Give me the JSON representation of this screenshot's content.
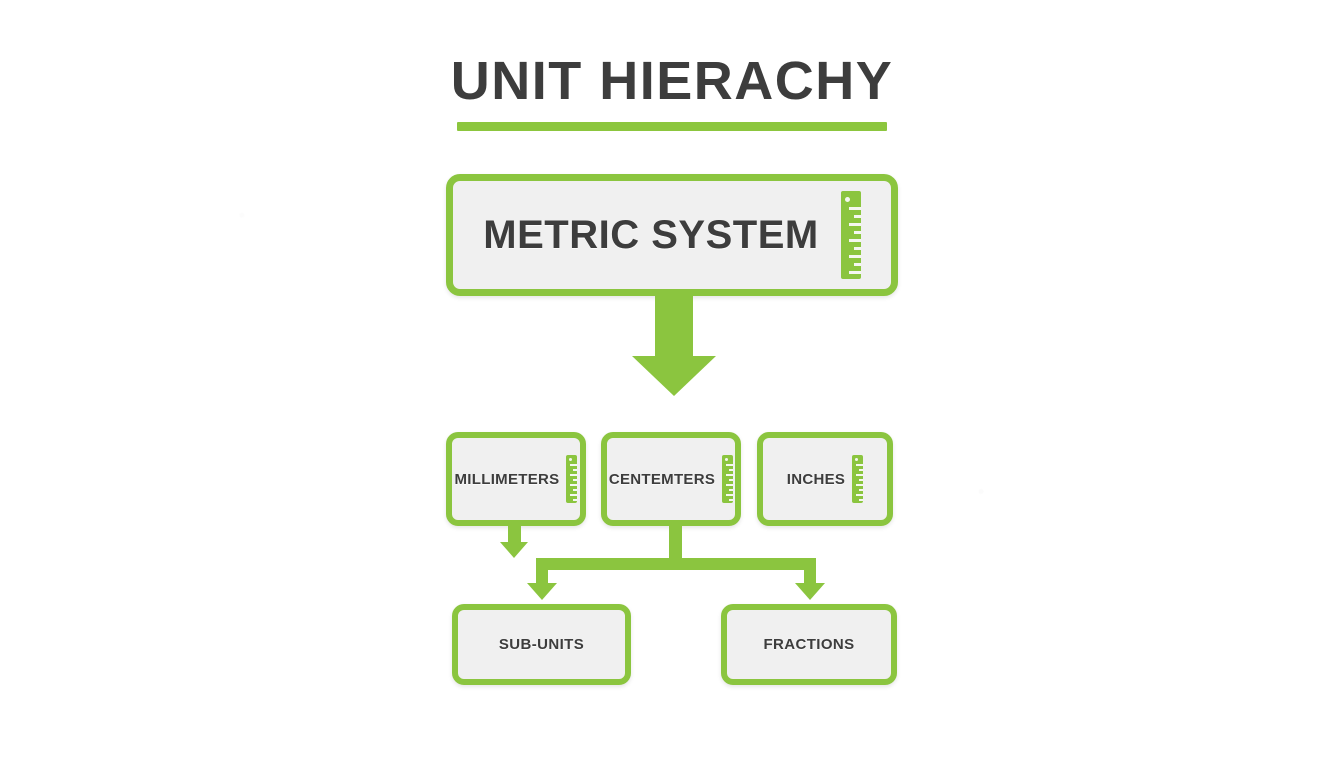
{
  "diagram": {
    "title": "UNIT HIERACHY",
    "accent_color": "#8bc53f",
    "title_color": "#3d3d3d",
    "box_fill_color": "#f0f0f0",
    "background_color": "#ffffff",
    "root": {
      "label": "METRIC SYSTEM",
      "icon": "ruler-icon"
    },
    "level_two": [
      {
        "label": "MILLIMETERS",
        "icon": "ruler-icon"
      },
      {
        "label": "CENTEMTERS",
        "icon": "ruler-icon"
      },
      {
        "label": "INCHES",
        "icon": "ruler-icon"
      }
    ],
    "level_three": [
      {
        "label": "SUB-UNITS"
      },
      {
        "label": "FRACTIONS"
      }
    ],
    "connectors": [
      {
        "name": "root-to-level-two",
        "type": "arrow-down"
      },
      {
        "name": "millimeters-to-sub-units",
        "type": "arrow-down"
      },
      {
        "name": "centemters-split",
        "type": "tee-split"
      },
      {
        "name": "split-to-sub-units",
        "type": "arrow-down"
      },
      {
        "name": "split-to-fractions",
        "type": "arrow-down"
      }
    ]
  }
}
